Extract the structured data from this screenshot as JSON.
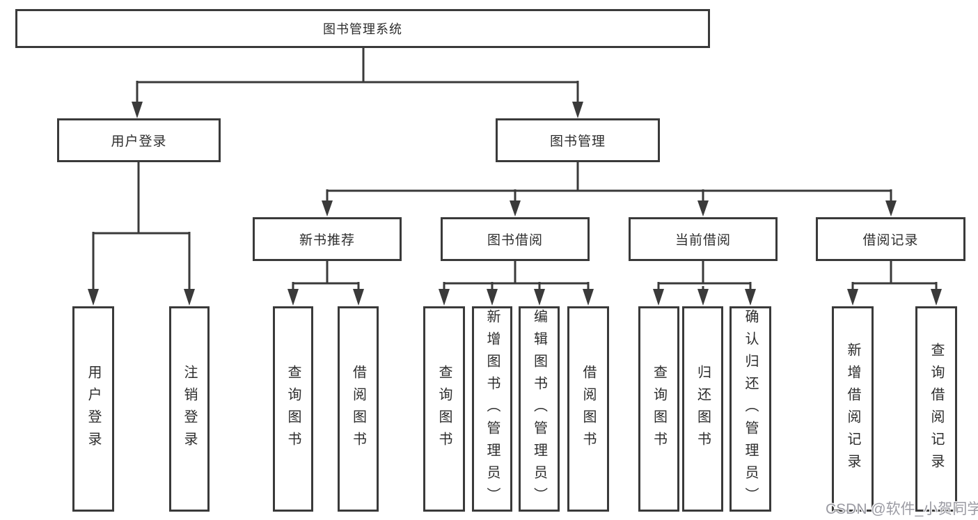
{
  "tree": {
    "root": {
      "label": "图书管理系统"
    },
    "branches": [
      {
        "label": "用户登录",
        "children": [
          {
            "label": "用户登录"
          },
          {
            "label": "注销登录"
          }
        ]
      },
      {
        "label": "图书管理",
        "children": [
          {
            "label": "新书推荐",
            "children": [
              {
                "label": "查询图书"
              },
              {
                "label": "借阅图书"
              }
            ]
          },
          {
            "label": "图书借阅",
            "children": [
              {
                "label": "查询图书"
              },
              {
                "label": "新增图书（管理员）"
              },
              {
                "label": "编辑图书（管理员）"
              },
              {
                "label": "借阅图书"
              }
            ]
          },
          {
            "label": "当前借阅",
            "children": [
              {
                "label": "查询图书"
              },
              {
                "label": "归还图书"
              },
              {
                "label": "确认归还（管理员）"
              }
            ]
          },
          {
            "label": "借阅记录",
            "children": [
              {
                "label": "新增借阅记录"
              },
              {
                "label": "查询借阅记录"
              }
            ]
          }
        ]
      }
    ]
  },
  "watermark": {
    "text": "CSDN @软件_小贺同学"
  },
  "colors": {
    "line": "#3a3a3a",
    "text": "#2d2d2d",
    "background": "#ffffff",
    "watermark": "#9b9ba3"
  }
}
